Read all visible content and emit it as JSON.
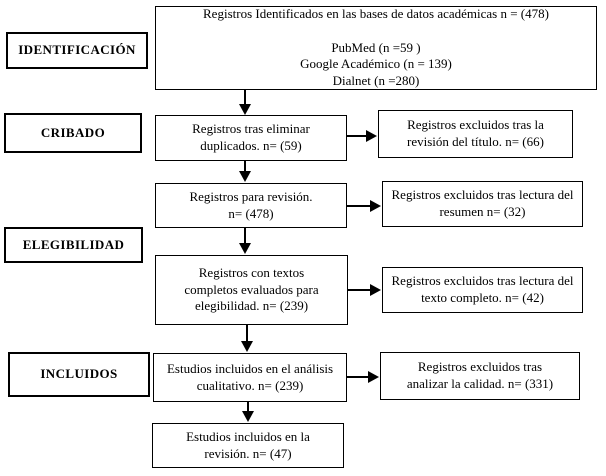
{
  "diagram": {
    "title": "PRISMA flow diagram (systematic review, Spanish)",
    "stages": [
      {
        "label": "IDENTIFICACIÓN"
      },
      {
        "label": "CRIBADO"
      },
      {
        "label": "ELEGIBILIDAD"
      },
      {
        "label": "INCLUIDOS"
      }
    ],
    "flow": {
      "identified": "Registros Identificados en las bases de datos académicas n = (478)\n\nPubMed (n =59 )\nGoogle Académico (n = 139)\nDialnet (n =280)",
      "deduplicated": "Registros tras eliminar\nduplicados. n= (59)",
      "for_review": "Registros para revisión.\nn= (478)",
      "fulltext_assessed": "Registros con textos\ncompletos evaluados para\nelegibilidad. n= (239)",
      "qualitative_included": "Estudios incluidos en el análisis\ncualitativo. n= (239)",
      "review_included": "Estudios incluidos en la\nrevisión. n= (47)"
    },
    "excluded": {
      "title_review": "Registros excluidos tras la\nrevisión del título. n= (66)",
      "abstract_reading": "Registros excluidos tras lectura del\nresumen n= (32)",
      "fulltext_reading": "Registros excluidos tras lectura del\ntexto completo. n= (42)",
      "quality_analysis": "Registros excluidos tras\nanalizar la calidad. n= (331)"
    },
    "counts": {
      "identified_total": 478,
      "pubmed": 59,
      "google_academico": 139,
      "dialnet": 280,
      "after_duplicates": 59,
      "for_review": 478,
      "excluded_title": 66,
      "excluded_abstract": 32,
      "fulltext_assessed": 239,
      "excluded_fulltext": 42,
      "qualitative_included": 239,
      "excluded_quality": 331,
      "review_included": 47
    },
    "colors": {
      "line": "#000000",
      "background": "#ffffff",
      "text": "#000000"
    }
  }
}
